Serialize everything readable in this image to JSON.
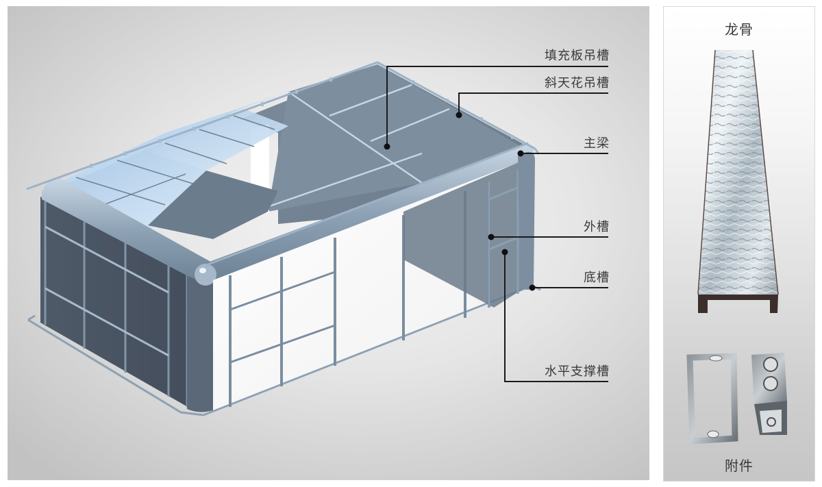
{
  "diagram": {
    "subject": "Spray booth frame structure (isometric view)",
    "callouts": [
      {
        "id": "fill-panel-hanging-channel",
        "label": "填充板吊槽"
      },
      {
        "id": "slanted-ceiling-hanging-channel",
        "label": "斜天花吊槽"
      },
      {
        "id": "main-beam",
        "label": "主梁"
      },
      {
        "id": "outer-channel",
        "label": "外槽"
      },
      {
        "id": "bottom-channel",
        "label": "底槽"
      },
      {
        "id": "horizontal-support-channel",
        "label": "水平支撑槽"
      }
    ]
  },
  "side_panel": {
    "keel_title": "龙骨",
    "accessories_title": "附件"
  },
  "colors": {
    "frame_steel": "#7f93a6",
    "panel_dark": "#4a5565",
    "panel_mid": "#6c7d8e",
    "glass_blue": "#bcd6ef",
    "leader_line": "#1a1a1a",
    "label_text": "#3a3a3a"
  }
}
